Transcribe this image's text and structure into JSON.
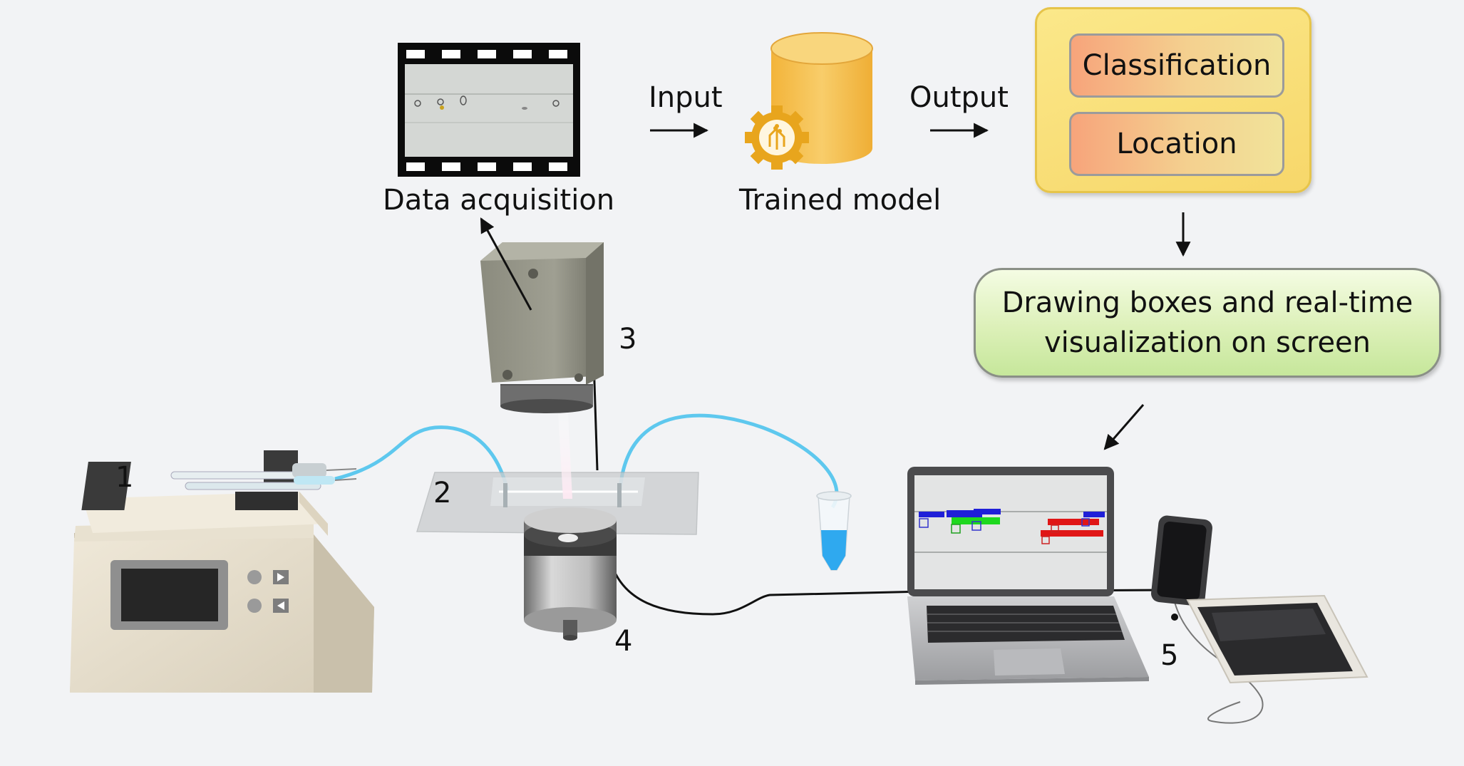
{
  "labels": {
    "data_acquisition": "Data acquisition",
    "input": "Input",
    "output": "Output",
    "trained_model": "Trained model"
  },
  "output_box": {
    "classification": "Classification",
    "location": "Location"
  },
  "visualization_box": {
    "line1": "Drawing boxes and real-time",
    "line2": "visualization on screen"
  },
  "components": {
    "n1": "1",
    "n2": "2",
    "n3": "3",
    "n4": "4",
    "n5": "5"
  },
  "colors": {
    "background": "#f2f3f5",
    "tubing": "#5ec8ee",
    "database": "#f5c04e",
    "gear": "#e8a51d",
    "output_box": "#f7d76a",
    "visualization_box": "#d4edab"
  }
}
